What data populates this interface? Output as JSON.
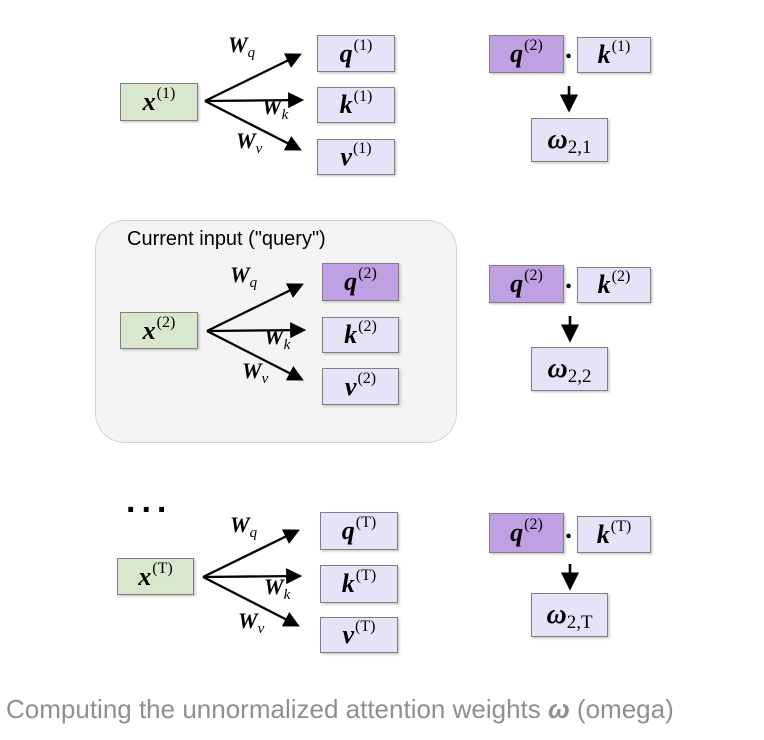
{
  "colors": {
    "input_box_fill": "#d9e7cf",
    "vector_box_fill": "#e6e2f8",
    "query_box_fill": "#bfa0e2",
    "box_border": "#7f7f7f",
    "container_fill": "#f4f4f4",
    "container_border": "#d2d2d2",
    "arrow": "#000000",
    "caption_text": "#8f8f8f",
    "label_text": "#000000"
  },
  "container_label": "Current input (\"query\")",
  "ellipsis": "...",
  "dot": ".",
  "caption": {
    "prefix": "Computing the unnormalized attention weights ",
    "omega": "ω",
    "suffix": " (omega)"
  },
  "rows": [
    {
      "input": {
        "base": "x",
        "sup": "(1)"
      },
      "weights": [
        {
          "base": "W",
          "sub": "q"
        },
        {
          "base": "W",
          "sub": "k"
        },
        {
          "base": "W",
          "sub": "v"
        }
      ],
      "outputs": [
        {
          "base": "q",
          "sup": "(1)"
        },
        {
          "base": "k",
          "sup": "(1)"
        },
        {
          "base": "v",
          "sup": "(1)"
        }
      ],
      "product": {
        "query": {
          "base": "q",
          "sup": "(2)"
        },
        "key": {
          "base": "k",
          "sup": "(1)"
        },
        "result": {
          "base": "ω",
          "sub": "2,1"
        }
      }
    },
    {
      "input": {
        "base": "x",
        "sup": "(2)"
      },
      "weights": [
        {
          "base": "W",
          "sub": "q"
        },
        {
          "base": "W",
          "sub": "k"
        },
        {
          "base": "W",
          "sub": "v"
        }
      ],
      "outputs": [
        {
          "base": "q",
          "sup": "(2)"
        },
        {
          "base": "k",
          "sup": "(2)"
        },
        {
          "base": "v",
          "sup": "(2)"
        }
      ],
      "product": {
        "query": {
          "base": "q",
          "sup": "(2)"
        },
        "key": {
          "base": "k",
          "sup": "(2)"
        },
        "result": {
          "base": "ω",
          "sub": "2,2"
        }
      }
    },
    {
      "input": {
        "base": "x",
        "sup": "(T)"
      },
      "weights": [
        {
          "base": "W",
          "sub": "q"
        },
        {
          "base": "W",
          "sub": "k"
        },
        {
          "base": "W",
          "sub": "v"
        }
      ],
      "outputs": [
        {
          "base": "q",
          "sup": "(T)"
        },
        {
          "base": "k",
          "sup": "(T)"
        },
        {
          "base": "v",
          "sup": "(T)"
        }
      ],
      "product": {
        "query": {
          "base": "q",
          "sup": "(2)"
        },
        "key": {
          "base": "k",
          "sup": "(T)"
        },
        "result": {
          "base": "ω",
          "sub": "2,T"
        }
      }
    }
  ]
}
